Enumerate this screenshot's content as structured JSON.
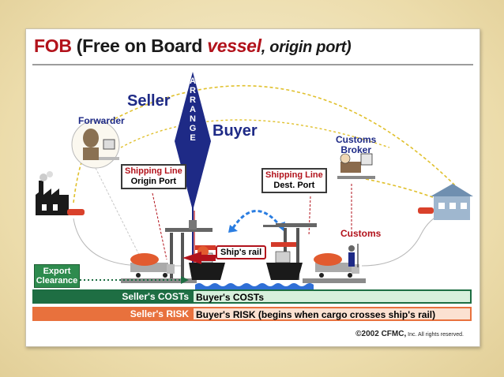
{
  "title": {
    "prefix": "FOB",
    "middle": "(Free on Board",
    "emphasis": "vessel",
    "suffix": ", origin port)"
  },
  "parties": {
    "seller": "Seller",
    "buyer": "Buyer",
    "arrange": [
      "A",
      "R",
      "R",
      "A",
      "N",
      "G",
      "E"
    ]
  },
  "forwarder": "Forwarder",
  "customs_broker": [
    "Customs",
    "Broker"
  ],
  "shipping_origin": {
    "line1": "Shipping Line",
    "line2": "Origin Port"
  },
  "shipping_dest": {
    "line1": "Shipping Line",
    "line2": "Dest. Port"
  },
  "customs": "Customs",
  "ships_rail": "Ship's rail",
  "export_clearance": [
    "Export",
    "Clearance"
  ],
  "costs": {
    "seller": "Seller's COSTs",
    "buyer": "Buyer's COSTs"
  },
  "risk": {
    "seller": "Seller's RISK",
    "buyer": "Buyer's RISK (begins when cargo crosses ship's rail)"
  },
  "copyright": {
    "main": "©2002 CFMC,",
    "tail": " Inc. All rights reserved."
  },
  "colors": {
    "brand_red": "#b2121b",
    "party_blue": "#1e2a86",
    "cost_green": "#1e6e43",
    "risk_orange": "#e8713d",
    "route_yellow": "#e0c02c"
  }
}
